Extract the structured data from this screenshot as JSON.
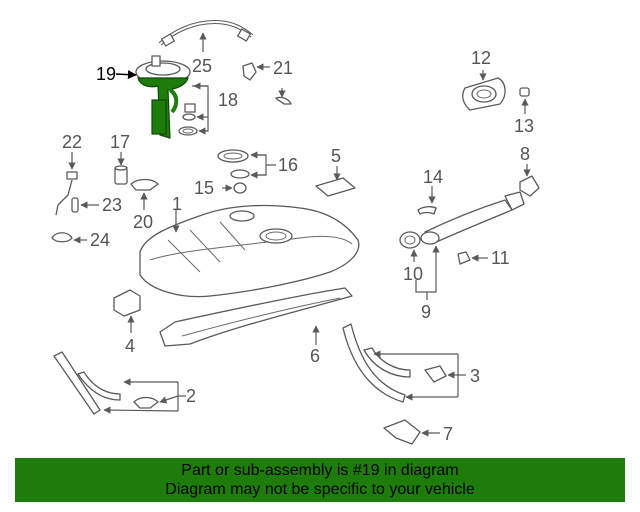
{
  "callouts": [
    "1",
    "2",
    "3",
    "4",
    "5",
    "6",
    "7",
    "8",
    "9",
    "10",
    "11",
    "12",
    "13",
    "14",
    "15",
    "16",
    "17",
    "18",
    "19",
    "20",
    "21",
    "22",
    "23",
    "24",
    "25"
  ],
  "highlight": {
    "callout": "19",
    "color": "#1e7d0a"
  },
  "banner": {
    "line1": "Part or sub-assembly is #19 in diagram",
    "line2": "Diagram may not be specific to your vehicle",
    "color": "#1e7d0a"
  }
}
